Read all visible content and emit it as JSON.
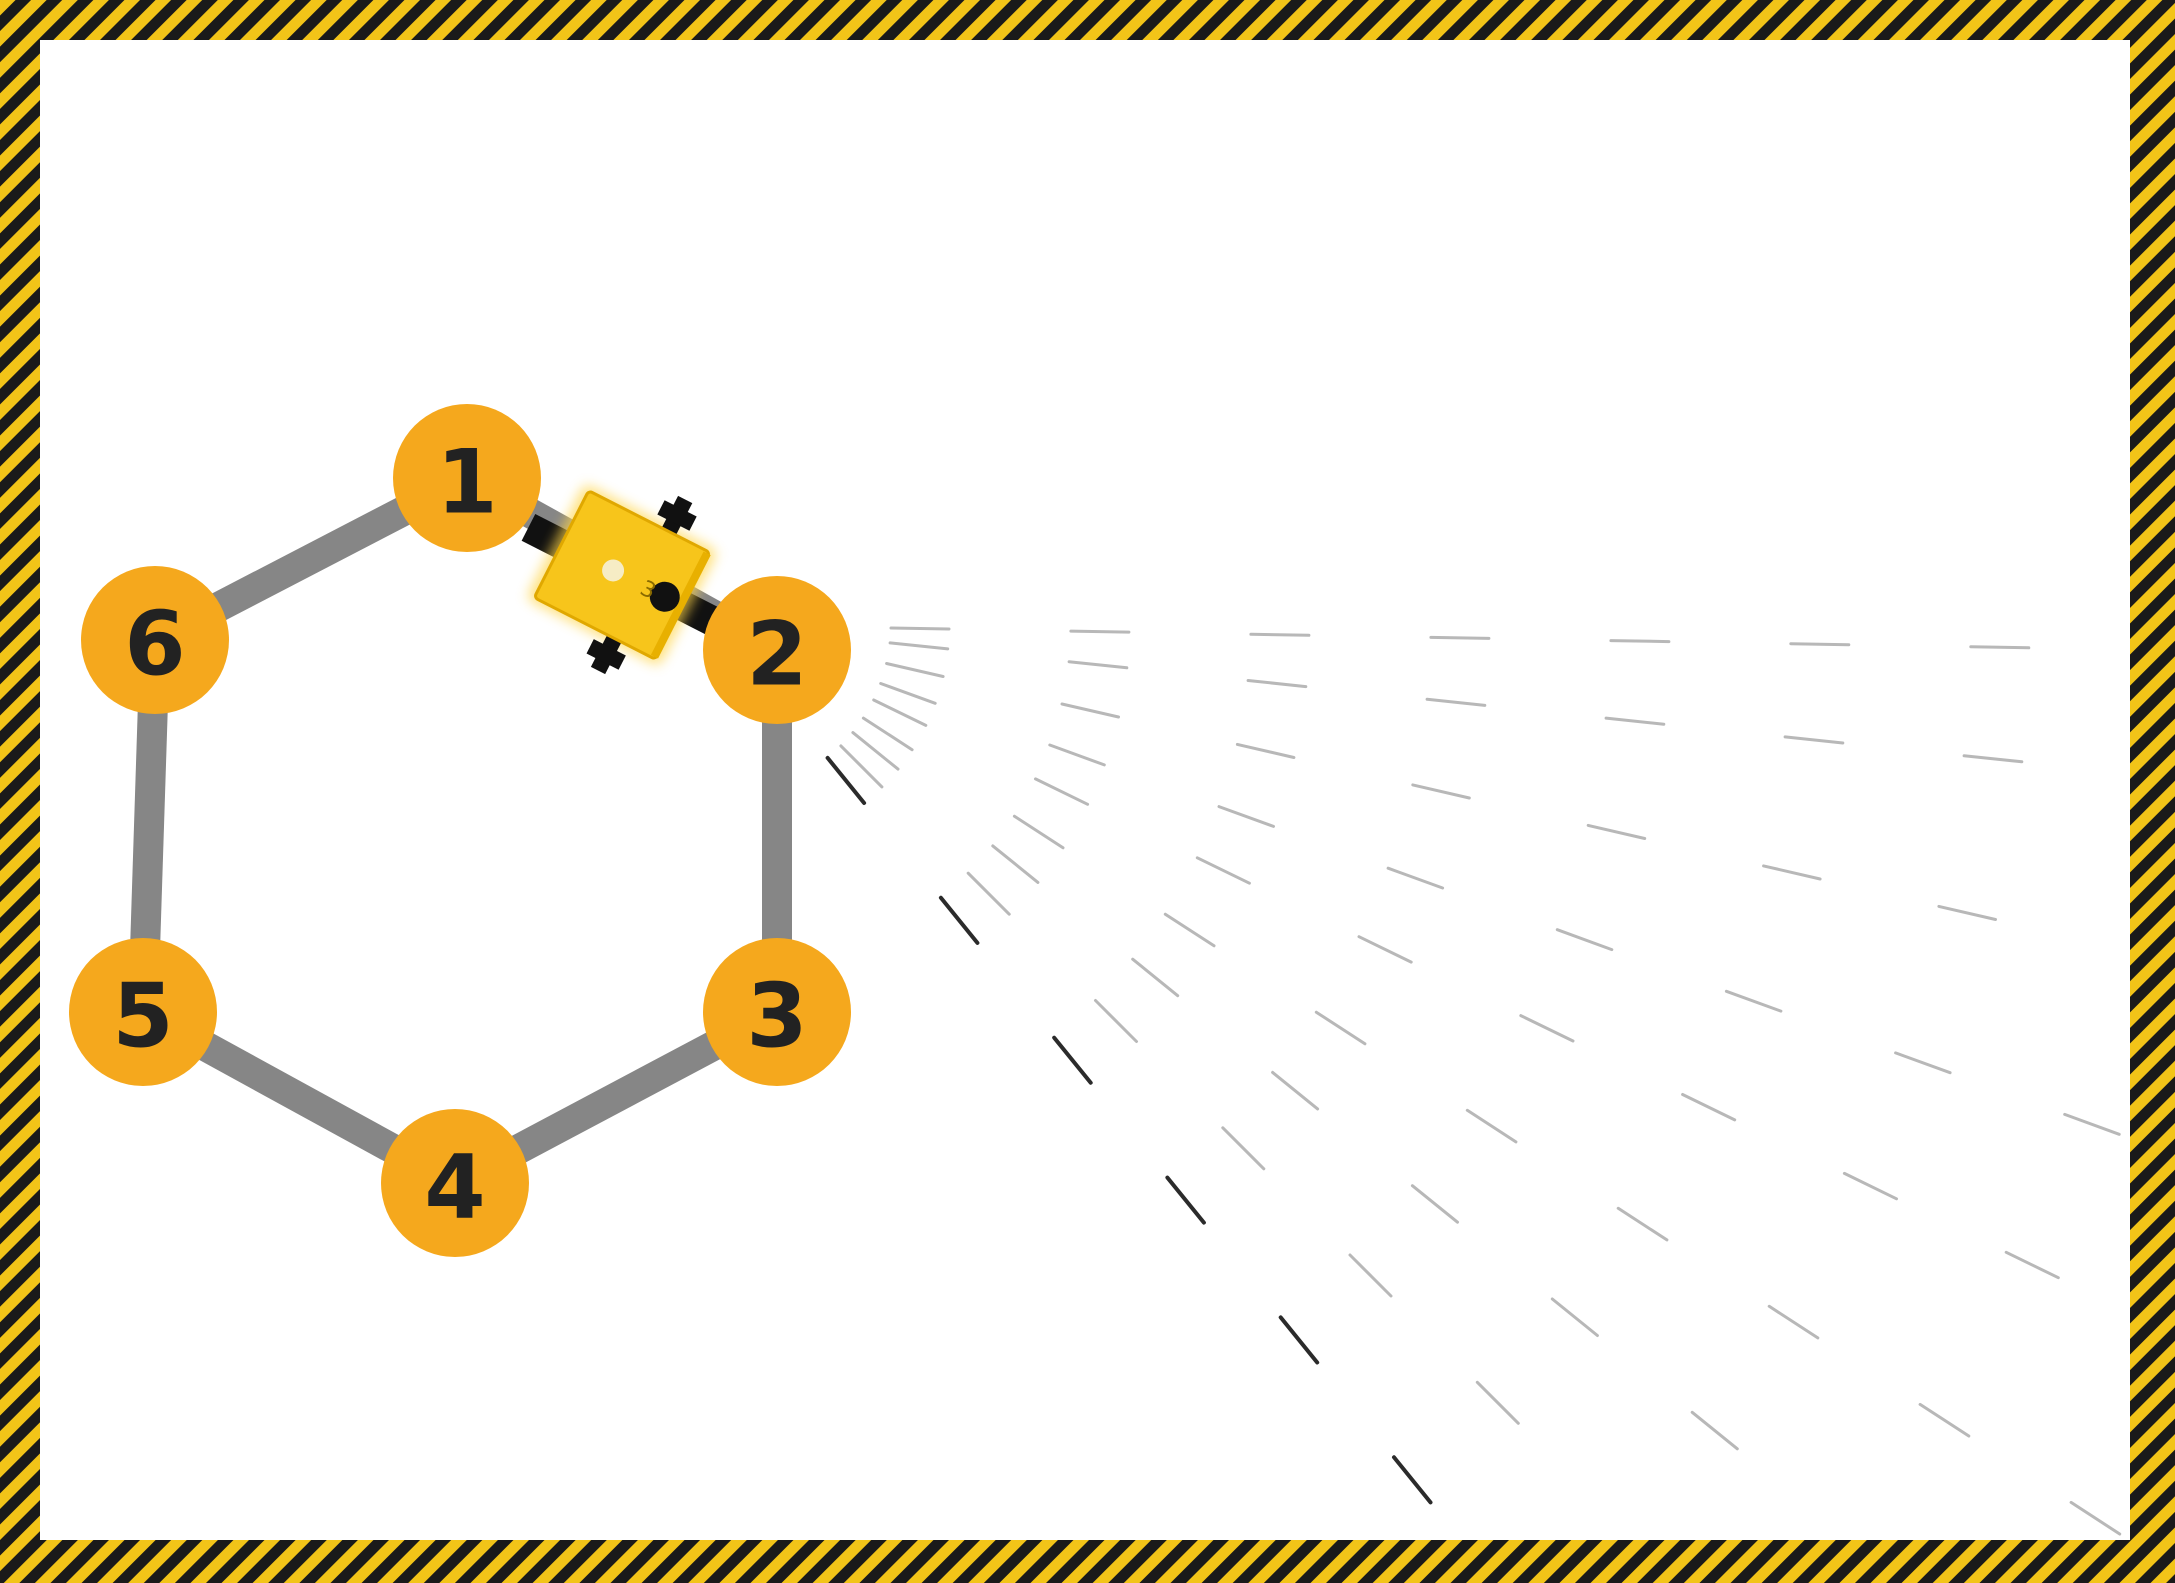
{
  "colors": {
    "hazard_yellow": "#f2c418",
    "hazard_black": "#1a1a1a",
    "node_fill": "#f5a81d",
    "edge_gray": "#868686",
    "robot_body": "#f7c51b",
    "label_color": "#222222",
    "trail_dark": "#2b2b2b",
    "trail_light": "#b8b8b8"
  },
  "icons": {
    "border": "hazard-stripe-border",
    "robot": "robot-car-icon",
    "trail": "dashed-motion-trail"
  },
  "nodes": [
    {
      "label": "1"
    },
    {
      "label": "2"
    },
    {
      "label": "3"
    },
    {
      "label": "4"
    },
    {
      "label": "5"
    },
    {
      "label": "6"
    }
  ],
  "edges": [
    [
      "1",
      "6"
    ],
    [
      "6",
      "5"
    ],
    [
      "5",
      "4"
    ],
    [
      "4",
      "3"
    ],
    [
      "3",
      "2"
    ],
    [
      "2",
      "1"
    ]
  ],
  "robot": {
    "marking": "3",
    "between": [
      "1",
      "2"
    ]
  }
}
